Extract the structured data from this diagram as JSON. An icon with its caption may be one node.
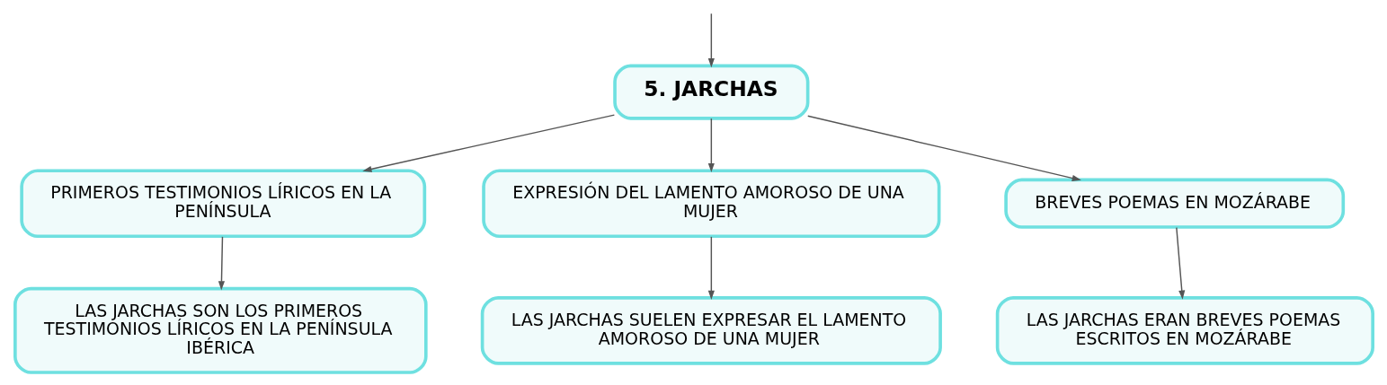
{
  "diagram": {
    "nodes": [
      {
        "text": [
          "5. JARCHAS"
        ]
      },
      {
        "text": [
          "PRIMEROS TESTIMONIOS LÍRICOS EN LA PENÍNSULA"
        ]
      },
      {
        "text": [
          "EXPRESIÓN DEL LAMENTO AMOROSO DE UNA MUJER"
        ]
      },
      {
        "text": [
          "BREVES POEMAS EN MOZÁRABE"
        ]
      },
      {
        "text": [
          "LAS JARCHAS SON LOS PRIMEROS TESTIMONIOS LÍRICOS EN LA PENÍNSULA IBÉRICA"
        ]
      },
      {
        "text": [
          "LAS JARCHAS SUELEN EXPRESAR EL LAMENTO AMOROSO DE UNA MUJER"
        ]
      },
      {
        "text": [
          "LAS JARCHAS ERAN BREVES POEMAS ESCRITOS EN MOZÁRABE"
        ]
      }
    ],
    "edges": [
      {
        "from": null,
        "to": 0,
        "arrow": "to"
      },
      {
        "from": 0,
        "to": 1,
        "arrow": "to"
      },
      {
        "from": 0,
        "to": 2,
        "arrow": "to"
      },
      {
        "from": 0,
        "to": 3,
        "arrow": "to"
      },
      {
        "from": 1,
        "to": 4,
        "arrow": "to"
      },
      {
        "from": 2,
        "to": 5,
        "arrow": "to"
      },
      {
        "from": 3,
        "to": 6,
        "arrow": "to"
      }
    ]
  }
}
